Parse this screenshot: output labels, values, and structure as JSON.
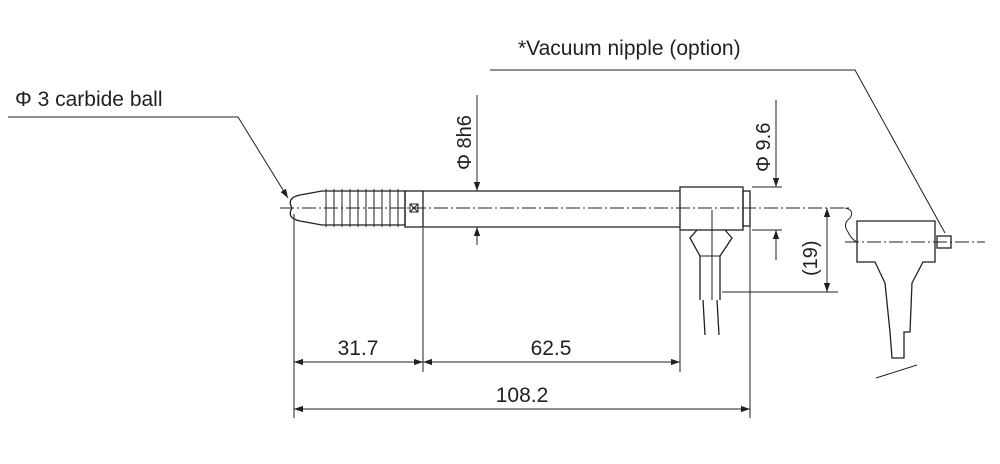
{
  "labels": {
    "carbide_ball": "Φ 3 carbide ball",
    "vacuum_nipple": "*Vacuum nipple (option)",
    "shank_dia": "Φ 8h6",
    "head_dia": "Φ 9.6",
    "offset": "(19)"
  },
  "dimensions": {
    "tip_length": "31.7",
    "body_length": "62.5",
    "total_length": "108.2"
  },
  "colors": {
    "line": "#231f20",
    "background": "#ffffff"
  }
}
